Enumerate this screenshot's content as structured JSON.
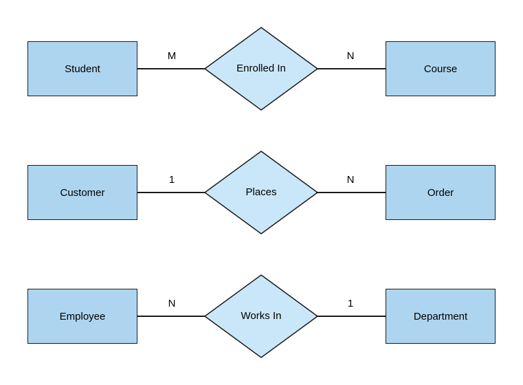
{
  "diagram": {
    "type": "entity-relationship",
    "colors": {
      "entity_fill": "#AED5EF",
      "relationship_fill": "#C9E7F8",
      "stroke": "#1A1A1A",
      "text": "#000000",
      "background": "#FFFFFF"
    },
    "relationships": [
      {
        "left_entity": "Student",
        "left_cardinality": "M",
        "relationship": "Enrolled In",
        "right_cardinality": "N",
        "right_entity": "Course"
      },
      {
        "left_entity": "Customer",
        "left_cardinality": "1",
        "relationship": "Places",
        "right_cardinality": "N",
        "right_entity": "Order"
      },
      {
        "left_entity": "Employee",
        "left_cardinality": "N",
        "relationship": "Works In",
        "right_cardinality": "1",
        "right_entity": "Department"
      }
    ]
  }
}
